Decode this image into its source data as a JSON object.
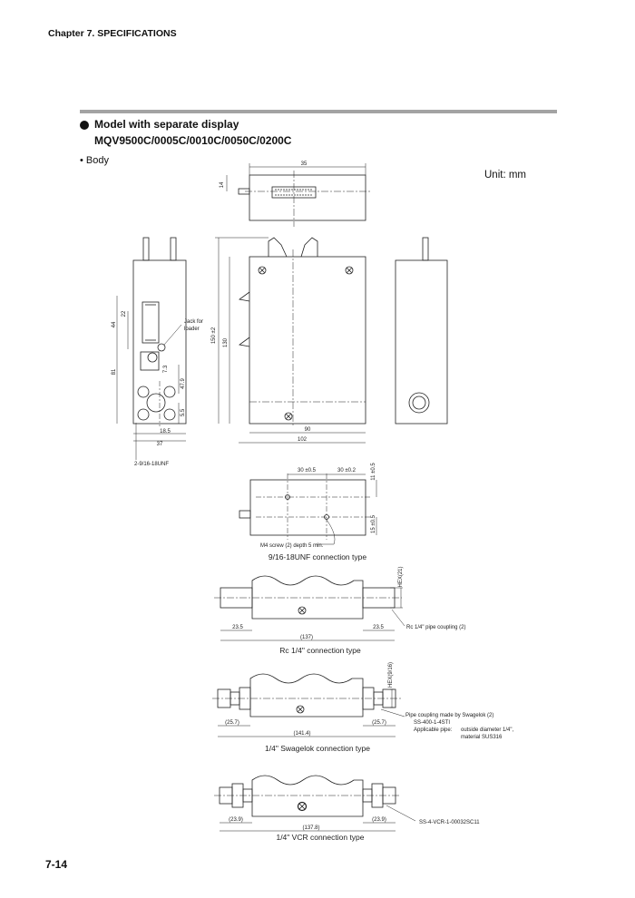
{
  "header": {
    "chapter": "Chapter 7. SPECIFICATIONS"
  },
  "section": {
    "title": "Model with separate display",
    "models": "MQV9500C/0005C/0010C/0050C/0200C",
    "subitem": "• Body"
  },
  "unit_label": "Unit: mm",
  "page_number": "7-14",
  "drawings": {
    "top_view": {
      "width_dim": "35",
      "height_dim": "14"
    },
    "left_view": {
      "dim_44": "44",
      "dim_22": "22",
      "dim_81": "81",
      "dim_7_3": "7.3",
      "dim_47_9": "47.9",
      "dim_5_5": "5.5",
      "dim_18_5": "18.5",
      "dim_37": "37",
      "jack_label_1": "Jack for",
      "jack_label_2": "loader",
      "thread_note": "2-9/16-18UNF"
    },
    "front_view": {
      "dim_150": "150 ±2",
      "dim_130": "130",
      "dim_90": "90",
      "dim_102": "102"
    },
    "unf_view": {
      "dim_30a": "30 ±0.5",
      "dim_30b": "30 ±0.2",
      "dim_11": "11 ±0.5",
      "dim_15": "15 ±0.5",
      "screw_note": "M4 screw (2) depth 5 min.",
      "caption": "9/16-18UNF connection type"
    },
    "rc_view": {
      "hex": "HEX(21)",
      "dim_left": "23.5",
      "dim_right": "23.5",
      "dim_total": "(137)",
      "note": "Rc 1/4\" pipe coupling (2)",
      "caption": "Rc 1/4\"  connection type"
    },
    "swagelok_view": {
      "hex": "HEX(9/16)",
      "dim_left": "(25.7)",
      "dim_right": "(25.7)",
      "dim_total": "(141.4)",
      "note_1": "Pipe coupling made by Swagelok (2)",
      "note_2": "SS-400-1-4STI",
      "note_3": "Applicable pipe:",
      "note_4": "outside diameter 1/4\",",
      "note_5": "material SUS316",
      "caption": "1/4\" Swagelok  connection type"
    },
    "vcr_view": {
      "dim_left": "(23.9)",
      "dim_right": "(23.9)",
      "dim_total": "(137.8)",
      "note": "SS-4-VCR-1-00032SC11",
      "caption": "1/4\" VCR  connection type"
    }
  }
}
